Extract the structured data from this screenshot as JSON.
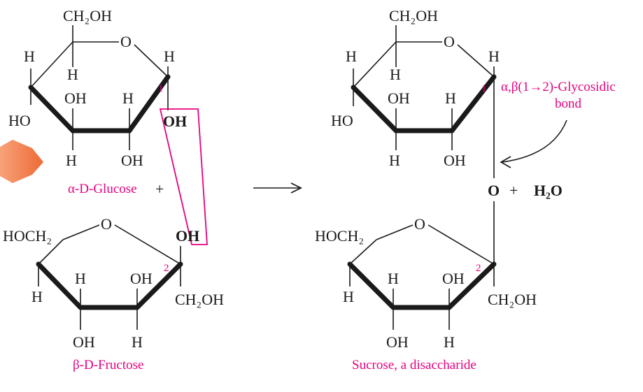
{
  "labels": {
    "ch2oh": "CH₂OH",
    "hoch2": "HOCH₂",
    "o": "O",
    "h": "H",
    "oh": "OH",
    "ho": "HO",
    "plus": "+",
    "water": "H₂O",
    "locant_1": "1",
    "locant_2": "2"
  },
  "glucose_caption": "α-D-Glucose",
  "fructose_caption": "β-D-Fructose",
  "sucrose_caption": "Sucrose, a disaccharide",
  "glycosidic_label": {
    "line1": "α,β(1→2)-Glycosidic",
    "line2": "bond"
  },
  "colors": {
    "accent": "#e6007e",
    "arrow_highlight": "#f07a45",
    "ink": "#1a1a1a"
  }
}
